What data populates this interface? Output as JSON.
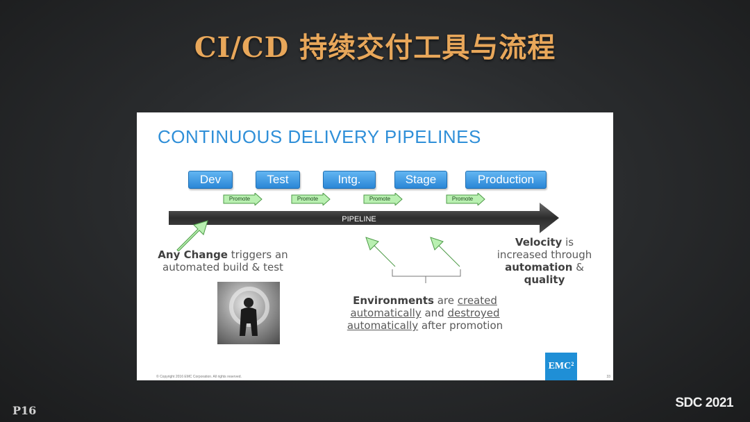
{
  "slide": {
    "title": "CI/CD 持续交付工具与流程",
    "page_number": "P16",
    "brand": "SDC 2021"
  },
  "panel": {
    "heading": "CONTINUOUS DELIVERY PIPELINES",
    "stages": [
      "Dev",
      "Test",
      "Intg.",
      "Stage",
      "Production"
    ],
    "promote_label": "Promote",
    "pipeline_label": "PIPELINE",
    "any_change": {
      "bold": "Any Change",
      "rest1": " triggers an",
      "line2": "automated build & test"
    },
    "velocity": {
      "bold1": "Velocity",
      "rest1": " is",
      "line2": "increased through",
      "bold3": "automation",
      "rest3": " &",
      "bold4": "quality"
    },
    "environments": {
      "bold": "Environments",
      "are": " are ",
      "created": "created",
      "automatically1": "automatically",
      "and": " and ",
      "destroyed": "destroyed",
      "automatically2": "automatically",
      "after": " after promotion"
    },
    "logo_text": "EMC²",
    "copyright": "© Copyright 2016 EMC Corporation. All rights reserved.",
    "slide_number": "33",
    "colors": {
      "heading": "#2f8fd8",
      "stage": "#2a86d6",
      "promote": "#b9f0b1",
      "pipeline": "#3a3a3a"
    }
  }
}
